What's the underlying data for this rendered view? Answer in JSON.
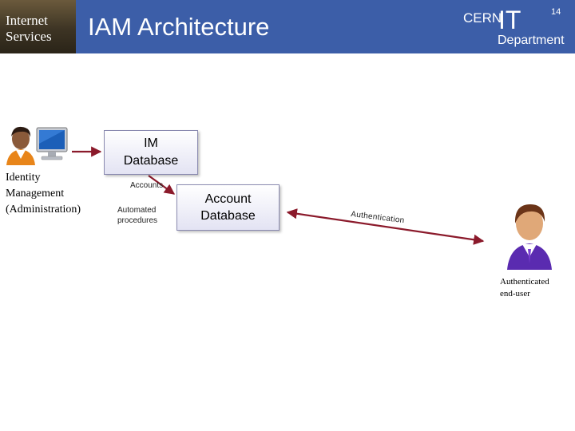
{
  "header": {
    "brand": "Internet\nServices",
    "title": "IAM Architecture",
    "logo": "cern-it-department-logo",
    "page_number": "14"
  },
  "diagram": {
    "im_database": "IM\nDatabase",
    "account_database": "Account\nDatabase",
    "identity_management": "Identity\nManagement\n(Administration)",
    "accounts_label": "Accounts",
    "automated_label": "Automated\nprocedures",
    "authentication_label": "Authentication",
    "end_user_label": "Authenticated\nend-user"
  },
  "colors": {
    "header_bg": "#3c5ea8",
    "arrow": "#8b1a2b",
    "box_border": "#8a8ab0"
  }
}
